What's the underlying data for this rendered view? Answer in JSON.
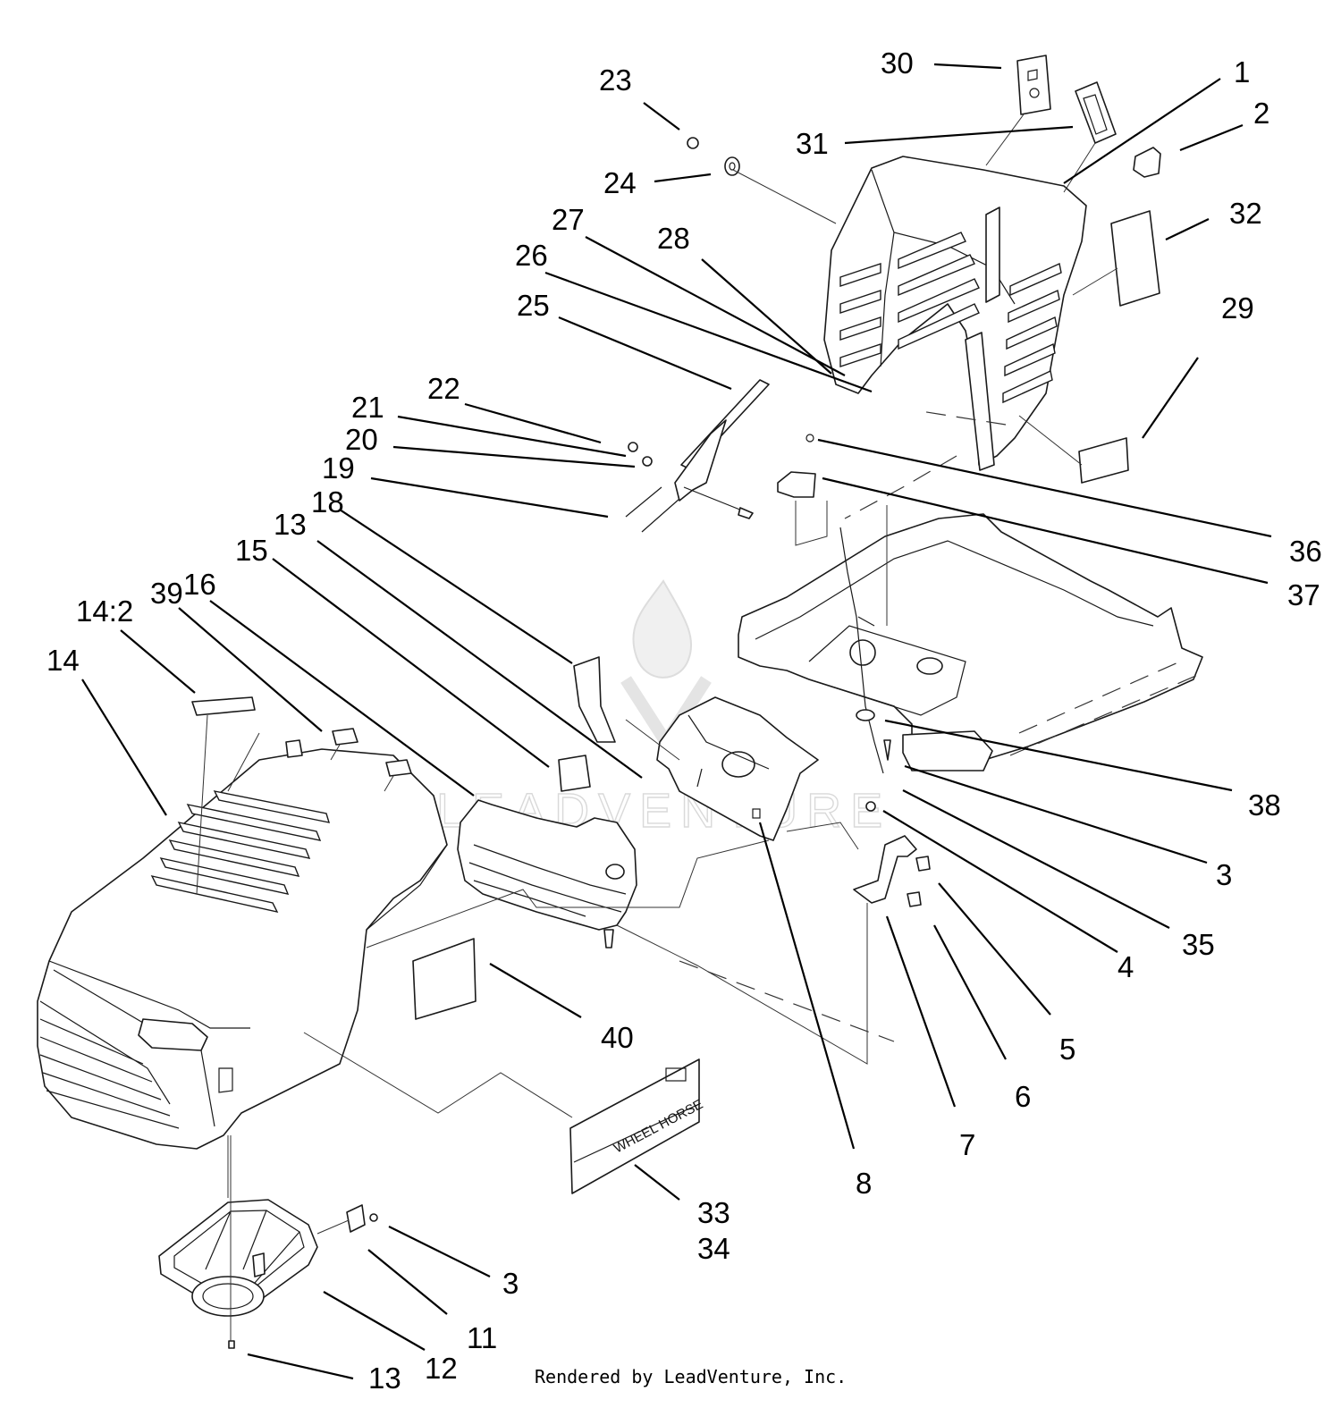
{
  "callouts": [
    {
      "text": "30"
    },
    {
      "text": "1"
    },
    {
      "text": "2"
    },
    {
      "text": "23"
    },
    {
      "text": "31"
    },
    {
      "text": "24"
    },
    {
      "text": "32"
    },
    {
      "text": "27"
    },
    {
      "text": "28"
    },
    {
      "text": "26"
    },
    {
      "text": "29"
    },
    {
      "text": "25"
    },
    {
      "text": "22"
    },
    {
      "text": "21"
    },
    {
      "text": "20"
    },
    {
      "text": "19"
    },
    {
      "text": "18"
    },
    {
      "text": "13"
    },
    {
      "text": "15"
    },
    {
      "text": "39"
    },
    {
      "text": "16"
    },
    {
      "text": "14:2"
    },
    {
      "text": "14"
    },
    {
      "text": "36"
    },
    {
      "text": "37"
    },
    {
      "text": "38"
    },
    {
      "text": "3"
    },
    {
      "text": "35"
    },
    {
      "text": "4"
    },
    {
      "text": "5"
    },
    {
      "text": "6"
    },
    {
      "text": "7"
    },
    {
      "text": "8"
    },
    {
      "text": "40"
    },
    {
      "text": "33"
    },
    {
      "text": "34"
    },
    {
      "text": "3"
    },
    {
      "text": "11"
    },
    {
      "text": "12"
    },
    {
      "text": "13"
    }
  ],
  "watermark": "LEADVENTURE",
  "decal_text": "WHEEL HORSE",
  "footer": "Rendered by LeadVenture, Inc."
}
